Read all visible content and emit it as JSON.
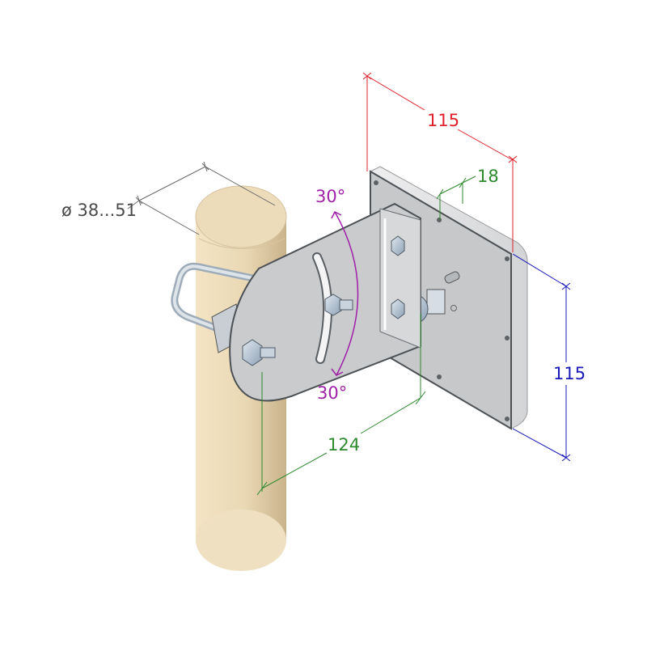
{
  "figure": {
    "subject": "Panel antenna with pole-mount tilt bracket",
    "colors": {
      "pole_fill": "#ead8b4",
      "pole_shade": "#cbb58e",
      "bracket_fill": "#c9cbcd",
      "bracket_edge": "#555b60",
      "panel_fill": "#c6c8ca",
      "panel_side": "#e4e5e6",
      "hardware": "#aebfd0",
      "dim_pole": "#6b6b6b",
      "dim_width": "#e0202a",
      "dim_depth": "#2d8a2d",
      "dim_angle": "#a020a8",
      "dim_height": "#1a1ab8",
      "dim_offset": "#2d8a2d"
    }
  },
  "dimensions": {
    "pole_diameter": {
      "label": "ø 38...51",
      "unit": "mm",
      "min": 38,
      "max": 51
    },
    "panel_width": {
      "label": "115",
      "value": 115,
      "unit": "mm"
    },
    "panel_depth": {
      "label": "18",
      "value": 18,
      "unit": "mm"
    },
    "tilt_up": {
      "label": "30°",
      "value": 30,
      "unit": "deg"
    },
    "tilt_down": {
      "label": "30°",
      "value": 30,
      "unit": "deg"
    },
    "panel_height": {
      "label": "115",
      "value": 115,
      "unit": "mm"
    },
    "bracket_offset": {
      "label": "124",
      "value": 124,
      "unit": "mm"
    }
  }
}
